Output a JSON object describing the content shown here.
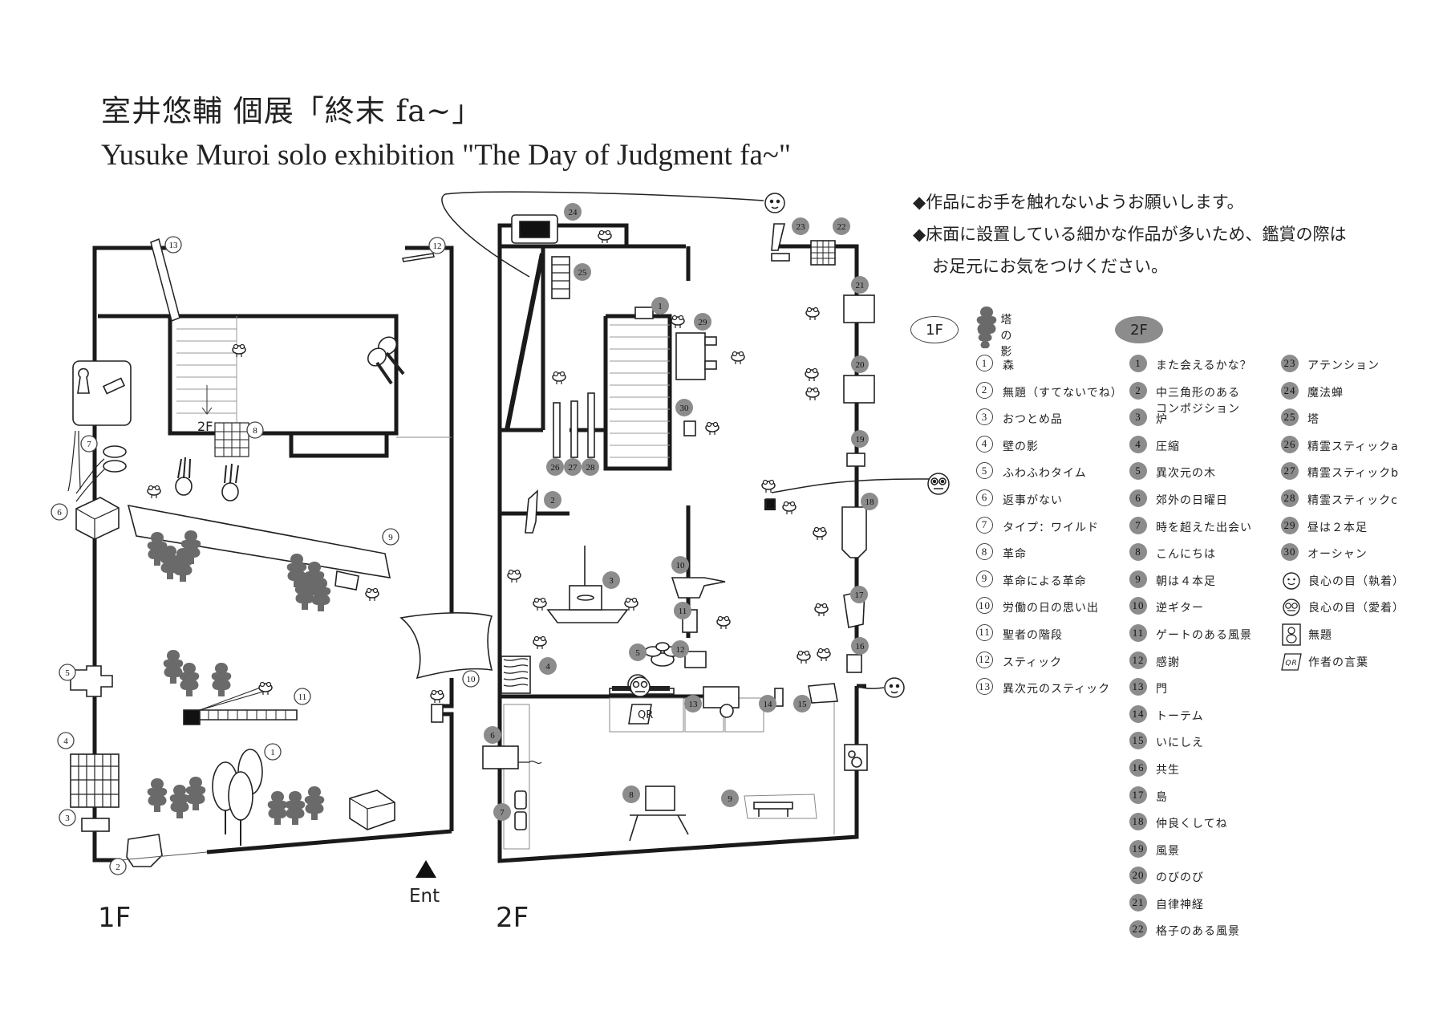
{
  "title_ja": "室井悠輔 個展「終末 fa~」",
  "title_en": "Yusuke Muroi solo exhibition \"The Day of Judgment fa~\"",
  "notes": [
    "◆作品にお手を触れないようお願いします。",
    "◆床面に設置している細かな作品が多いため、鑑賞の際は",
    "お足元にお気をつけください。"
  ],
  "floor_labels": {
    "f1": "1F",
    "f2": "2F"
  },
  "map_labels": {
    "ent": "Ent",
    "stairs_2f": "2F",
    "qr": "QR"
  },
  "legend": {
    "pill_1f": "1F",
    "pill_2f": "2F",
    "tower_shadow": "塔の影",
    "list_1f": [
      {
        "n": "1",
        "label": "森"
      },
      {
        "n": "2",
        "label": "無題（すてないでね）"
      },
      {
        "n": "3",
        "label": "おつとめ品"
      },
      {
        "n": "4",
        "label": "壁の影"
      },
      {
        "n": "5",
        "label": "ふわふわタイム"
      },
      {
        "n": "6",
        "label": "返事がない"
      },
      {
        "n": "7",
        "label": "タイプ：ワイルド"
      },
      {
        "n": "8",
        "label": "革命"
      },
      {
        "n": "9",
        "label": "革命による革命"
      },
      {
        "n": "10",
        "label": "労働の日の思い出"
      },
      {
        "n": "11",
        "label": "聖者の階段"
      },
      {
        "n": "12",
        "label": "スティック"
      },
      {
        "n": "13",
        "label": "異次元のスティック"
      }
    ],
    "list_2f_a": [
      {
        "n": "1",
        "label": "また会えるかな？"
      },
      {
        "n": "2",
        "label": "中三角形のある",
        "sub": "コンポジション"
      },
      {
        "n": "3",
        "label": "炉"
      },
      {
        "n": "4",
        "label": "圧縮"
      },
      {
        "n": "5",
        "label": "異次元の木"
      },
      {
        "n": "6",
        "label": "郊外の日曜日"
      },
      {
        "n": "7",
        "label": "時を超えた出会い"
      },
      {
        "n": "8",
        "label": "こんにちは"
      },
      {
        "n": "9",
        "label": "朝は４本足"
      },
      {
        "n": "10",
        "label": "逆ギター"
      },
      {
        "n": "11",
        "label": "ゲートのある風景"
      },
      {
        "n": "12",
        "label": "感謝"
      },
      {
        "n": "13",
        "label": "門"
      },
      {
        "n": "14",
        "label": "トーテム"
      },
      {
        "n": "15",
        "label": "いにしえ"
      },
      {
        "n": "16",
        "label": "共生"
      },
      {
        "n": "17",
        "label": "島"
      },
      {
        "n": "18",
        "label": "仲良くしてね"
      },
      {
        "n": "19",
        "label": "風景"
      },
      {
        "n": "20",
        "label": "のびのび"
      },
      {
        "n": "21",
        "label": "自律神経"
      },
      {
        "n": "22",
        "label": "格子のある風景"
      }
    ],
    "list_2f_b": [
      {
        "n": "23",
        "label": "アテンション"
      },
      {
        "n": "24",
        "label": "魔法蝉"
      },
      {
        "n": "25",
        "label": "塔"
      },
      {
        "n": "26",
        "label": "精霊スティックa"
      },
      {
        "n": "27",
        "label": "精霊スティックb"
      },
      {
        "n": "28",
        "label": "精霊スティックc"
      },
      {
        "n": "29",
        "label": "昼は２本足"
      },
      {
        "n": "30",
        "label": "オーシャン"
      }
    ],
    "symbols": [
      {
        "icon": "conscience-eye-attachment-icon",
        "label": "良心の目（執着）"
      },
      {
        "icon": "conscience-eye-affection-icon",
        "label": "良心の目（愛着）"
      },
      {
        "icon": "untitled-figure-icon",
        "label": "無題"
      },
      {
        "icon": "qr-icon",
        "label": "作者の言葉",
        "glyph": "QR"
      }
    ]
  },
  "markers_1f": [
    "1",
    "2",
    "3",
    "4",
    "5",
    "6",
    "7",
    "8",
    "9",
    "10",
    "11",
    "12",
    "13"
  ],
  "markers_2f": [
    "1",
    "2",
    "3",
    "4",
    "5",
    "6",
    "7",
    "8",
    "9",
    "10",
    "11",
    "12",
    "13",
    "14",
    "15",
    "16",
    "17",
    "18",
    "19",
    "20",
    "21",
    "22",
    "23",
    "24",
    "25",
    "26",
    "27",
    "28",
    "29",
    "30"
  ],
  "colors": {
    "wall": "#1a1a1a",
    "marker_fill": "#8c8c8c",
    "tree": "#6a6a6a"
  }
}
